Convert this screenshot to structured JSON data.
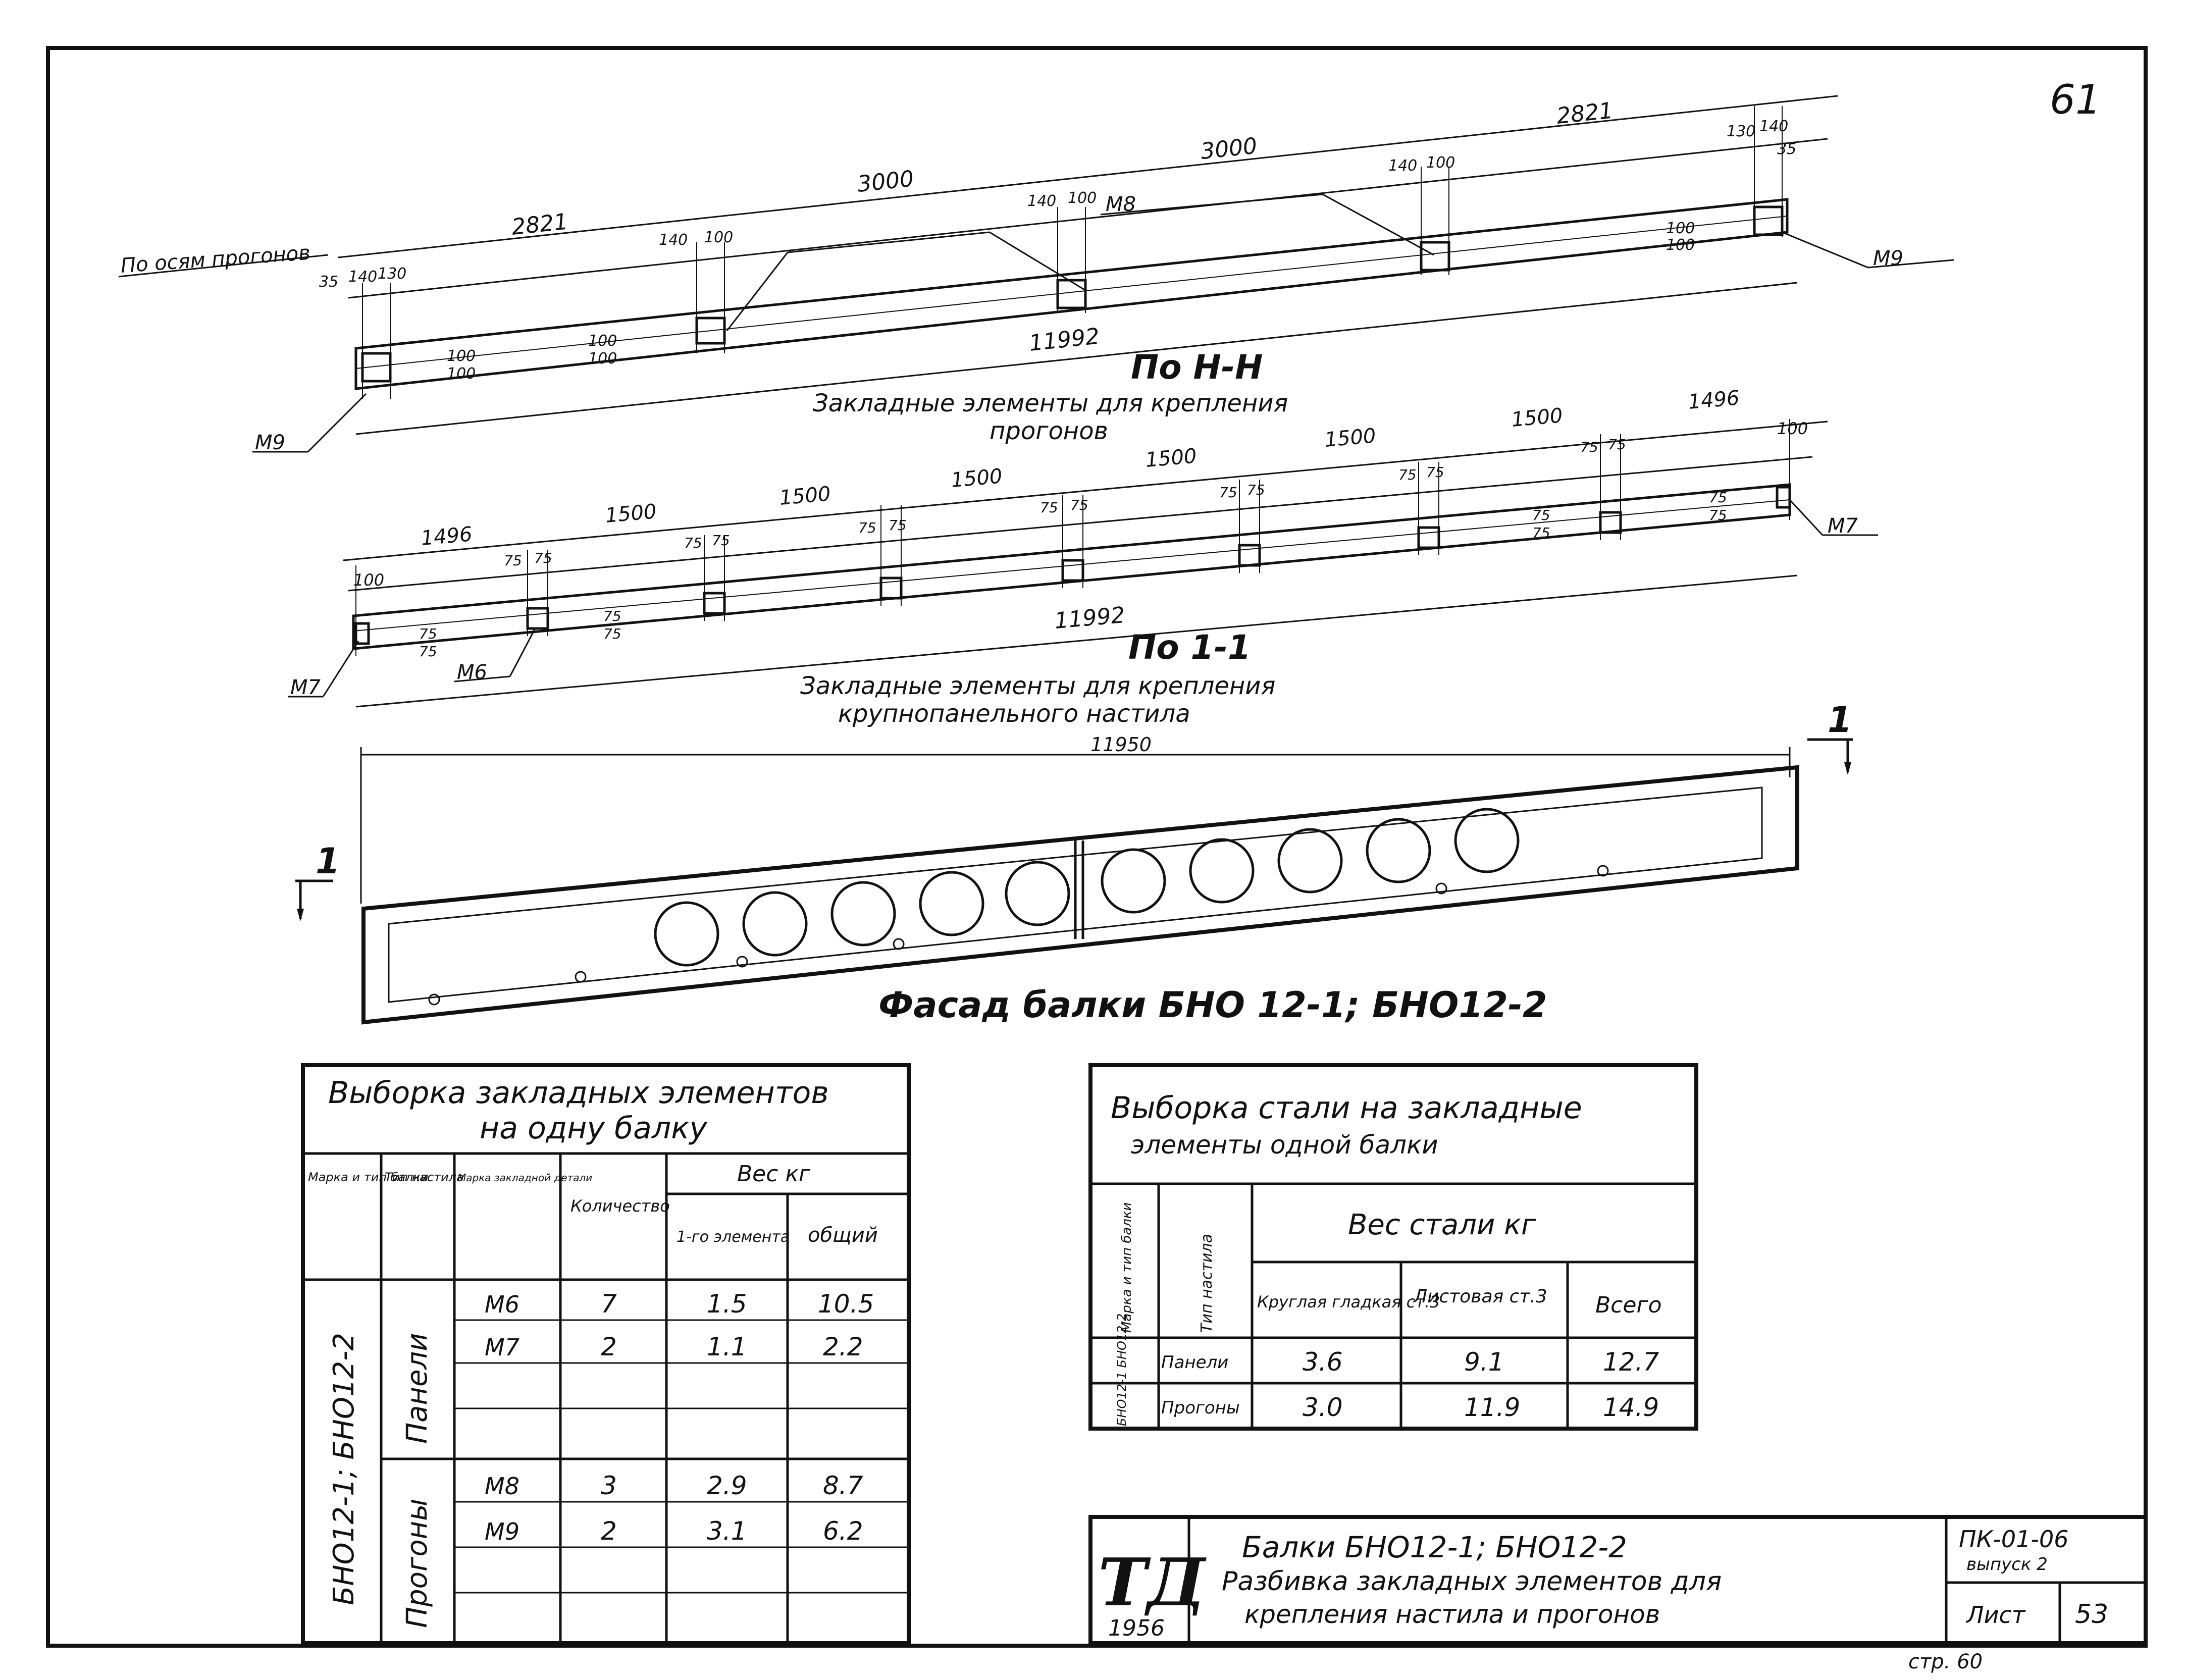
{
  "sheet_number": "61",
  "plan_pn": {
    "title": "По Н-Н",
    "caption_line1": "Закладные элементы для крепления",
    "caption_line2": "прогонов",
    "axes_label": "По осям прогонов",
    "total": "11992",
    "spans": [
      "2821",
      "3000",
      "3000",
      "2821"
    ],
    "small_dims": {
      "d35": "35",
      "d140": "140",
      "d130": "130",
      "d100": "100"
    },
    "marks": {
      "m8": "М8",
      "m9_left": "М9",
      "m9_right": "М9"
    }
  },
  "plan_11": {
    "title": "По 1-1",
    "caption_line1": "Закладные элементы для крепления",
    "caption_line2": "крупнопанельного настила",
    "total": "11992",
    "spans": [
      "1496",
      "1500",
      "1500",
      "1500",
      "1500",
      "1500",
      "1500",
      "1496"
    ],
    "small_dims": {
      "d75": "75",
      "d100": "100"
    },
    "marks": {
      "m6": "М6",
      "m7_left": "М7",
      "m7_right": "М7"
    }
  },
  "facade": {
    "title": "Фасад балки БНО 12-1; БНО12-2",
    "length": "11950",
    "section_mark": "1"
  },
  "table1": {
    "title_line1": "Выборка закладных элементов",
    "title_line2": "на одну балку",
    "headers": {
      "mark_type": "Марка и тип балки",
      "deck_type": "Тип настила",
      "element_mark": "Марка закладной детали",
      "quantity": "Количество",
      "weight": "Вес кг",
      "per_element": "1-го элемента",
      "total": "общий"
    },
    "beam_mark": "БНО12-1; БНО12-2",
    "groups": [
      {
        "deck": "Панели",
        "rows": [
          {
            "mark": "М6",
            "qty": "7",
            "unit": "1.5",
            "total": "10.5"
          },
          {
            "mark": "М7",
            "qty": "2",
            "unit": "1.1",
            "total": "2.2"
          }
        ]
      },
      {
        "deck": "Прогоны",
        "rows": [
          {
            "mark": "М8",
            "qty": "3",
            "unit": "2.9",
            "total": "8.7"
          },
          {
            "mark": "М9",
            "qty": "2",
            "unit": "3.1",
            "total": "6.2"
          }
        ]
      }
    ]
  },
  "table2": {
    "title_line1": "Выборка стали на закладные",
    "title_line2": "элементы одной балки",
    "headers": {
      "mark_type": "Марка и тип балки",
      "deck_type": "Тип настила",
      "steel_weight": "Вес стали кг",
      "round": "Круглая гладкая ст.3",
      "sheet": "Листовая ст.3",
      "total": "Всего"
    },
    "beam_mark": "БНО12-1 БНО12-2",
    "rows": [
      {
        "deck": "Панели",
        "round": "3.6",
        "sheet": "9.1",
        "total": "12.7"
      },
      {
        "deck": "Прогоны",
        "round": "3.0",
        "sheet": "11.9",
        "total": "14.9"
      }
    ]
  },
  "title_block": {
    "logo": "ТД",
    "year": "1956",
    "line1": "Балки БНО12-1; БНО12-2",
    "line2": "Разбивка закладных элементов для",
    "line3": "крепления настила и прогонов",
    "series_line1": "ПК-01-06",
    "series_line2": "выпуск 2",
    "sheet_label": "Лист",
    "sheet_no": "53"
  },
  "page_label": "стр. 60"
}
